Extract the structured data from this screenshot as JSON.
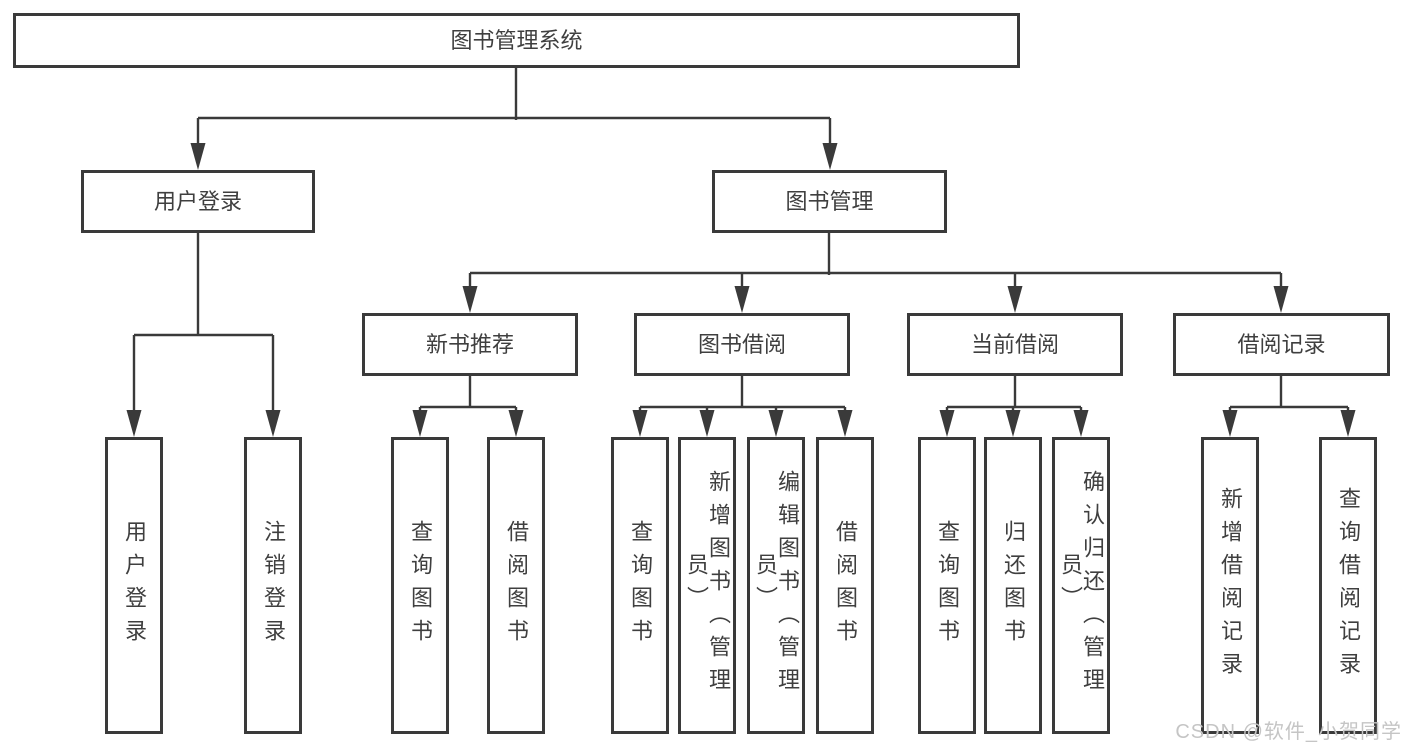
{
  "diagram": {
    "root": "图书管理系统",
    "level2": {
      "user_login": "用户登录",
      "book_management": "图书管理"
    },
    "level3": {
      "new_book_recommend": "新书推荐",
      "book_borrow": "图书借阅",
      "current_borrow": "当前借阅",
      "borrow_records": "借阅记录"
    },
    "leaves": {
      "login": [
        "用户登录",
        "注销登录"
      ],
      "new_book_recommend": [
        "查询图书",
        "借阅图书"
      ],
      "book_borrow": [
        "查询图书",
        "新增图书（管理员）",
        "编辑图书（管理员）",
        "借阅图书"
      ],
      "current_borrow": [
        "查询图书",
        "归还图书",
        "确认归还（管理员）"
      ],
      "borrow_records": [
        "新增借阅记录",
        "查询借阅记录"
      ]
    },
    "watermark": "CSDN @软件_小贺同学",
    "colors": {
      "line": "#3a3a3a",
      "border": "#3a3a3a",
      "text": "#3f3f3f",
      "watermark": "#c5c5c5",
      "background": "#ffffff"
    }
  }
}
